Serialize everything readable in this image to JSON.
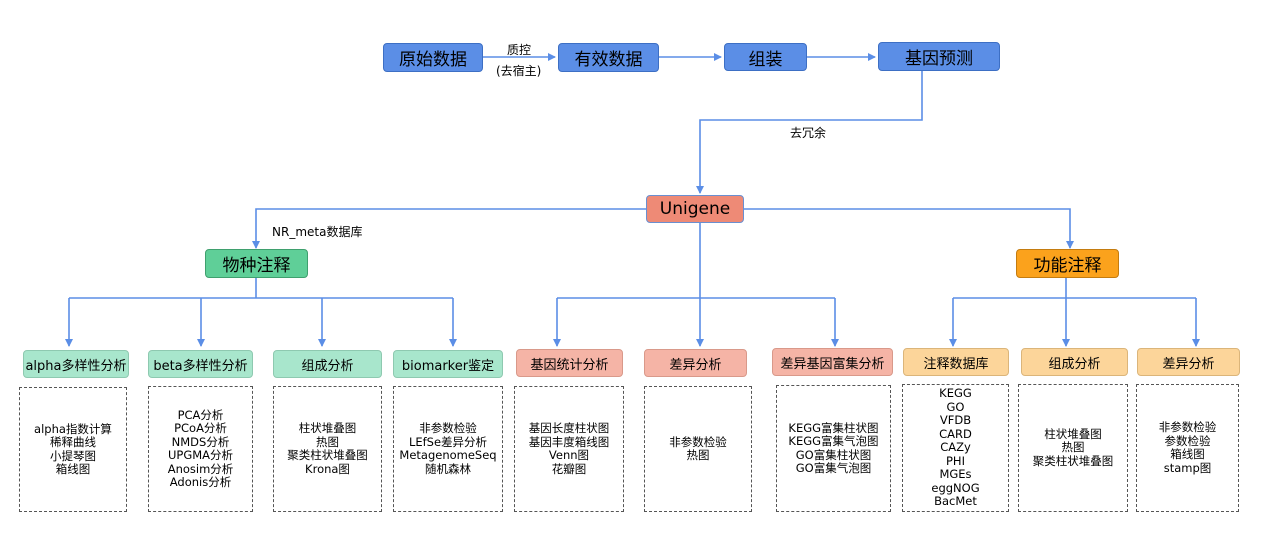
{
  "top_flow": {
    "raw": "原始数据",
    "valid": "有效数据",
    "assemble": "组装",
    "predict": "基因预测",
    "qc_label": "质控",
    "qc_sublabel": "(去宿主)",
    "dedup_label": "去冗余"
  },
  "center": "Unigene",
  "db_label": "NR_meta数据库",
  "branches": {
    "species": "物种注释",
    "function": "功能注释"
  },
  "modules": [
    {
      "title": "alpha多样性分析",
      "items": [
        "alpha指数计算",
        "稀释曲线",
        "小提琴图",
        "箱线图"
      ]
    },
    {
      "title": "beta多样性分析",
      "items": [
        "PCA分析",
        "PCoA分析",
        "NMDS分析",
        "UPGMA分析",
        "Anosim分析",
        "Adonis分析"
      ]
    },
    {
      "title": "组成分析",
      "items": [
        "柱状堆叠图",
        "热图",
        "聚类柱状堆叠图",
        "Krona图"
      ]
    },
    {
      "title": "biomarker鉴定",
      "items": [
        "非参数检验",
        "LEfSe差异分析",
        "MetagenomeSeq",
        "随机森林"
      ]
    },
    {
      "title": "基因统计分析",
      "items": [
        "基因长度柱状图",
        "基因丰度箱线图",
        "Venn图",
        "花瓣图"
      ]
    },
    {
      "title": "差异分析",
      "items": [
        "非参数检验",
        "热图"
      ]
    },
    {
      "title": "差异基因富集分析",
      "items": [
        "KEGG富集柱状图",
        "KEGG富集气泡图",
        "GO富集柱状图",
        "GO富集气泡图"
      ]
    },
    {
      "title": "注释数据库",
      "items": [
        "KEGG",
        "GO",
        "VFDB",
        "CARD",
        "CAZy",
        "PHI",
        "MGEs",
        "eggNOG",
        "BacMet"
      ]
    },
    {
      "title": "组成分析",
      "items": [
        "柱状堆叠图",
        "热图",
        "聚类柱状堆叠图"
      ]
    },
    {
      "title": "差异分析",
      "items": [
        "非参数检验",
        "参数检验",
        "箱线图",
        "stamp图"
      ]
    }
  ],
  "colors": {
    "edge": "#5b8ee6",
    "top_box": "#5b8ee6",
    "center_box": "#ee8a76",
    "species_box": "#5fcf98",
    "function_box": "#fba21c",
    "species_sub": "#a8e6cc",
    "center_sub": "#f5b4a6",
    "function_sub": "#fcd59a"
  }
}
